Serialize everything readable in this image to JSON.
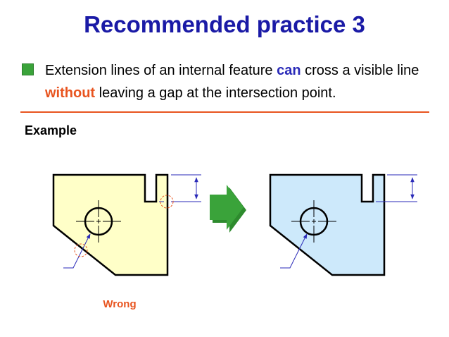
{
  "slide": {
    "title": "Recommended practice 3",
    "bullet": {
      "part1": "Extension lines of an internal feature ",
      "highlight1": "can",
      "part2": " cross a visible line ",
      "highlight2": "without",
      "part3": " leaving a gap at the intersection point."
    },
    "section_label": "Example",
    "wrong_label": "Wrong"
  },
  "colors": {
    "title": "#1a1aa6",
    "bullet_square": "#3aa33a",
    "highlight_can": "#2a2ab8",
    "highlight_without": "#e8541f",
    "divider": "#e8541f",
    "wrong_label": "#e8541f",
    "left_part_fill": "#ffffc8",
    "right_part_fill": "#cde9fb",
    "dimension_lines": "#2a2ab8",
    "arrow": "#3aa33a",
    "problem_circles": "#e8541f"
  },
  "icons": {
    "bullet": "green-square-bullet-icon",
    "transition": "green-right-arrow-icon"
  }
}
